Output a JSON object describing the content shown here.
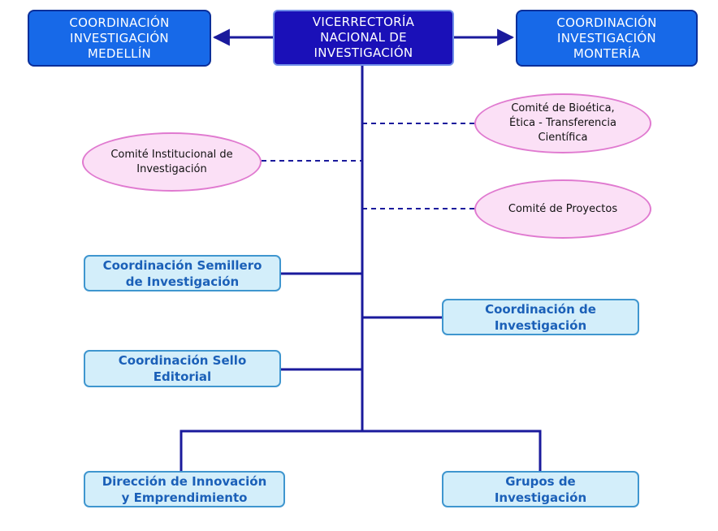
{
  "nodes": {
    "vicerrectoria": [
      "VICERRECTORÍA",
      "NACIONAL DE",
      "INVESTIGACIÓN"
    ],
    "medellin": [
      "COORDINACIÓN",
      "INVESTIGACIÓN",
      "MEDELLÍN"
    ],
    "monteria": [
      "COORDINACIÓN",
      "INVESTIGACIÓN",
      "MONTERÍA"
    ],
    "comite_bioetica": [
      "Comité de Bioética,",
      "Ética - Transferencia",
      "Científica"
    ],
    "comite_institucional": [
      "Comité Institucional de",
      "Investigación"
    ],
    "comite_proyectos": [
      "Comité de Proyectos"
    ],
    "semillero": [
      "Coordinación Semillero",
      "de Investigación"
    ],
    "coord_investigacion": [
      "Coordinación de",
      "Investigación"
    ],
    "sello_editorial": [
      "Coordinación Sello",
      "Editorial"
    ],
    "innovacion": [
      "Dirección de Innovación",
      "y Emprendimiento"
    ],
    "grupos": [
      "Grupos de",
      "Investigación"
    ]
  },
  "colors": {
    "line": "#1a1a9c",
    "top_node": "#1a10b8",
    "campus_node": "#1769e8",
    "committee_fill": "#fbe0f6",
    "committee_border": "#e07ad0",
    "coordination_fill": "#d3eefa",
    "coordination_text": "#1b60b8"
  }
}
